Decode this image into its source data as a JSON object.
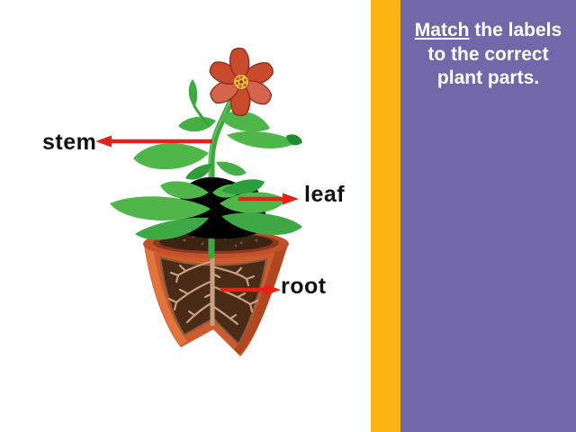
{
  "colors": {
    "stripe": "#FDB515",
    "panel_bg": "#7267A8",
    "panel_text": "#FFFFFF",
    "arrow": "#E62119",
    "label": "#111111"
  },
  "panel": {
    "instruction": {
      "underlined": "Match",
      "line1_rest": " the labels",
      "line2": "to the correct",
      "line3": "plant parts."
    }
  },
  "diagram": {
    "illustration": "potted flowering plant with cutaway pot showing roots",
    "labels": [
      {
        "id": "stem",
        "text": "stem",
        "arrow_direction": "left"
      },
      {
        "id": "leaf",
        "text": "leaf",
        "arrow_direction": "right"
      },
      {
        "id": "root",
        "text": "root",
        "arrow_direction": "right"
      }
    ]
  }
}
